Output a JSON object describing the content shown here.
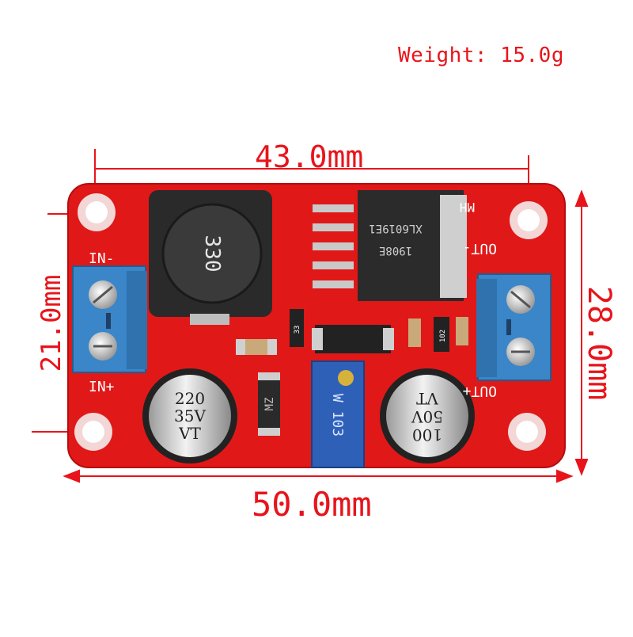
{
  "annotations": {
    "weight": "Weight: 15.0g",
    "dim_top": "43.0mm",
    "dim_bottom": "50.0mm",
    "dim_left": "21.0mm",
    "dim_right": "28.0mm"
  },
  "board": {
    "labels": {
      "in_minus": "IN-",
      "in_plus": "IN+",
      "out_minus": "OUT-",
      "out_plus": "OUT+",
      "mh": "MH"
    },
    "inductor_mark": "330",
    "ic_mark_line1": "XL6019E1",
    "ic_mark_line2": "1908E",
    "cap_left": [
      "220",
      "35V",
      "VT"
    ],
    "cap_right": [
      "VT",
      "50V",
      "100"
    ],
    "pot_mark": "W 103",
    "diode_mark": "MZ",
    "resistor_33": "33",
    "resistor_102": "102"
  },
  "colors": {
    "annotation": "#e8141b",
    "pcb": "#e01818",
    "terminal": "#3a86c8",
    "background": "#ffffff"
  }
}
